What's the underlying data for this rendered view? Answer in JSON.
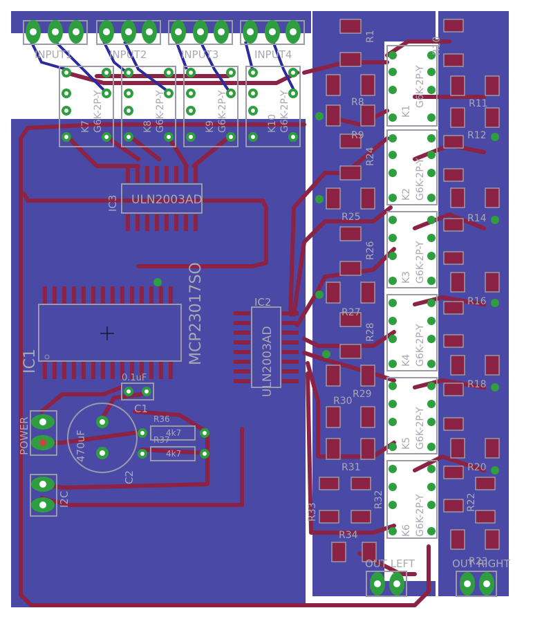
{
  "colors": {
    "background": "#ffffff",
    "copper_pour": "#4a4aa6",
    "trace_top": "#8c2244",
    "trace_bottom": "#3333aa",
    "pad": "#2f9e3f",
    "pad_hole": "#ffffff",
    "silk": "#9a9aa8",
    "smd_pad": "#8c2244",
    "label": "#a8a8b4"
  },
  "headers": {
    "input1": "INPUT1",
    "input2": "INPUT2",
    "input3": "INPUT3",
    "input4": "INPUT4",
    "power": "POWER",
    "i2c": "I2C",
    "out_left": "OUT LEFT",
    "out_right": "OUT RIGHT"
  },
  "relays_top": [
    {
      "ref": "K7",
      "part": "G6K-2P-Y"
    },
    {
      "ref": "K8",
      "part": "G6K-2P-Y"
    },
    {
      "ref": "K9",
      "part": "G6K-2P-Y"
    },
    {
      "ref": "K10",
      "part": "G6K-2P-Y"
    }
  ],
  "relays_right": [
    {
      "ref": "K1",
      "part": "G6K-2P-Y"
    },
    {
      "ref": "K2",
      "part": "G6K-2P-Y"
    },
    {
      "ref": "K3",
      "part": "G6K-2P-Y"
    },
    {
      "ref": "K4",
      "part": "G6K-2P-Y"
    },
    {
      "ref": "K5",
      "part": "G6K-2P-Y"
    },
    {
      "ref": "K6",
      "part": "G6K-2P-Y"
    }
  ],
  "ics": {
    "ic1_ref": "IC1",
    "ic1_part": "MCP23017SO",
    "ic2_ref": "IC2",
    "ic2_part": "ULN2003AD",
    "ic3_ref": "IC3",
    "ic3_part": "ULN2003AD"
  },
  "capacitors": {
    "c1_ref": "C1",
    "c1_value": "0.1uF",
    "c2_ref": "C2",
    "c2_value": "470uF"
  },
  "resistors": {
    "r1": "R1",
    "r8": "R8",
    "r9": "R9",
    "r10": "R10",
    "r11": "R11",
    "r12": "R12",
    "r14": "R14",
    "r16": "R16",
    "r18": "R18",
    "r20": "R20",
    "r22": "R22",
    "r23": "R23",
    "r24": "R24",
    "r25": "R25",
    "r26": "R26",
    "r27": "R27",
    "r28": "R28",
    "r29": "R29",
    "r30": "R30",
    "r31": "R31",
    "r32": "R32",
    "r33": "R33",
    "r34": "R34",
    "r36": "R36",
    "r37": "R37",
    "r36_value": "4k7",
    "r37_value": "4k7"
  }
}
